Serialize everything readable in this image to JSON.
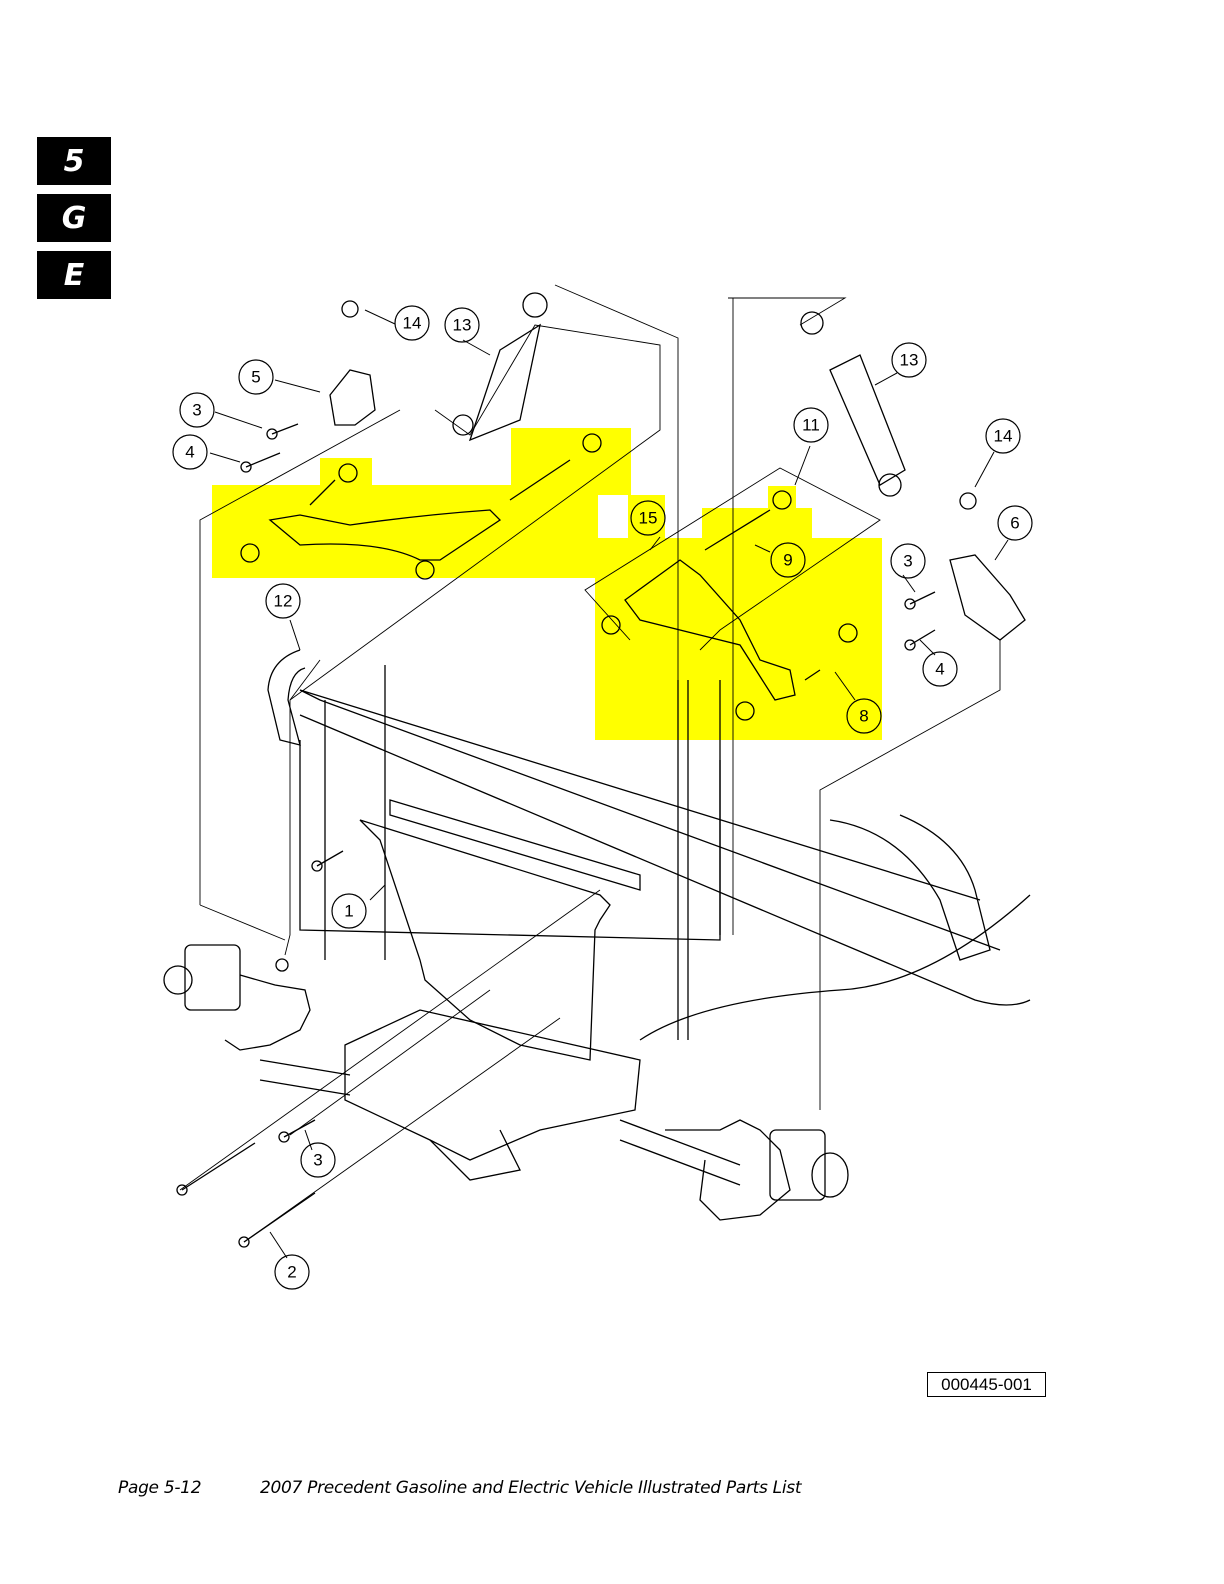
{
  "section_tabs": [
    "5",
    "G",
    "E"
  ],
  "highlight_color": "#ffff00",
  "callouts": [
    {
      "id": "c14a",
      "label": "14"
    },
    {
      "id": "c13a",
      "label": "13"
    },
    {
      "id": "c5",
      "label": "5"
    },
    {
      "id": "c3a",
      "label": "3"
    },
    {
      "id": "c4a",
      "label": "4"
    },
    {
      "id": "c12",
      "label": "12"
    },
    {
      "id": "c13b",
      "label": "13"
    },
    {
      "id": "c14b",
      "label": "14"
    },
    {
      "id": "c11",
      "label": "11"
    },
    {
      "id": "c15",
      "label": "15"
    },
    {
      "id": "c9",
      "label": "9"
    },
    {
      "id": "c6",
      "label": "6"
    },
    {
      "id": "c3b",
      "label": "3"
    },
    {
      "id": "c4b",
      "label": "4"
    },
    {
      "id": "c8",
      "label": "8"
    },
    {
      "id": "c1",
      "label": "1"
    },
    {
      "id": "c3c",
      "label": "3"
    },
    {
      "id": "c2",
      "label": "2"
    }
  ],
  "figure_id": "000445-001",
  "footer": {
    "page": "Page 5-12",
    "title": "2007 Precedent Gasoline and Electric Vehicle Illustrated Parts List"
  }
}
